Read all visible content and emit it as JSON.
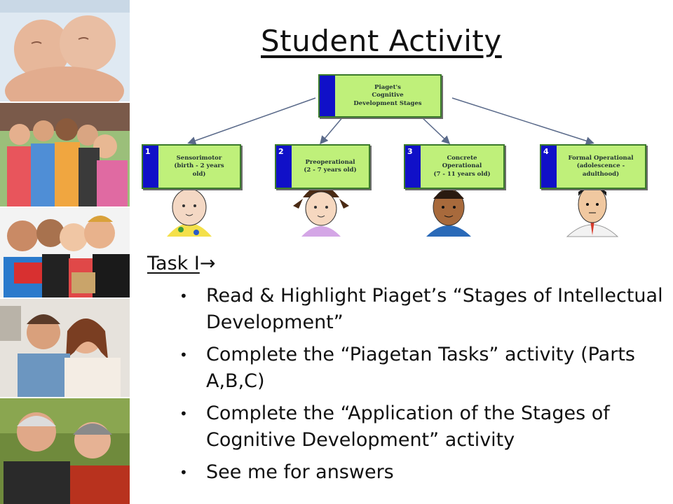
{
  "title": "Student Activity",
  "diagram": {
    "root": {
      "label": "Piaget's\nCognitive\nDevelopment Stages"
    },
    "stages": [
      {
        "number": "1",
        "label": "Sensorimotor\n(birth - 2 years\nold)"
      },
      {
        "number": "2",
        "label": "Preoperational\n(2 - 7 years old)"
      },
      {
        "number": "3",
        "label": "Concrete\nOperational\n(7 - 11 years old)"
      },
      {
        "number": "4",
        "label": "Formal Operational\n(adolescence -\nadulthood)"
      }
    ]
  },
  "task": {
    "heading": "Task I",
    "arrow": "→",
    "bullets": [
      "Read & Highlight Piaget’s “Stages of Intellectual Development”",
      "Complete the “Piagetan Tasks” activity (Parts A,B,C)",
      "Complete the “Application of the Stages of Cognitive Development” activity",
      "See me for answers"
    ]
  },
  "colors": {
    "box_fill": "#bff07a",
    "number_tab": "#1010c8",
    "connector": "#5a6a8a"
  }
}
